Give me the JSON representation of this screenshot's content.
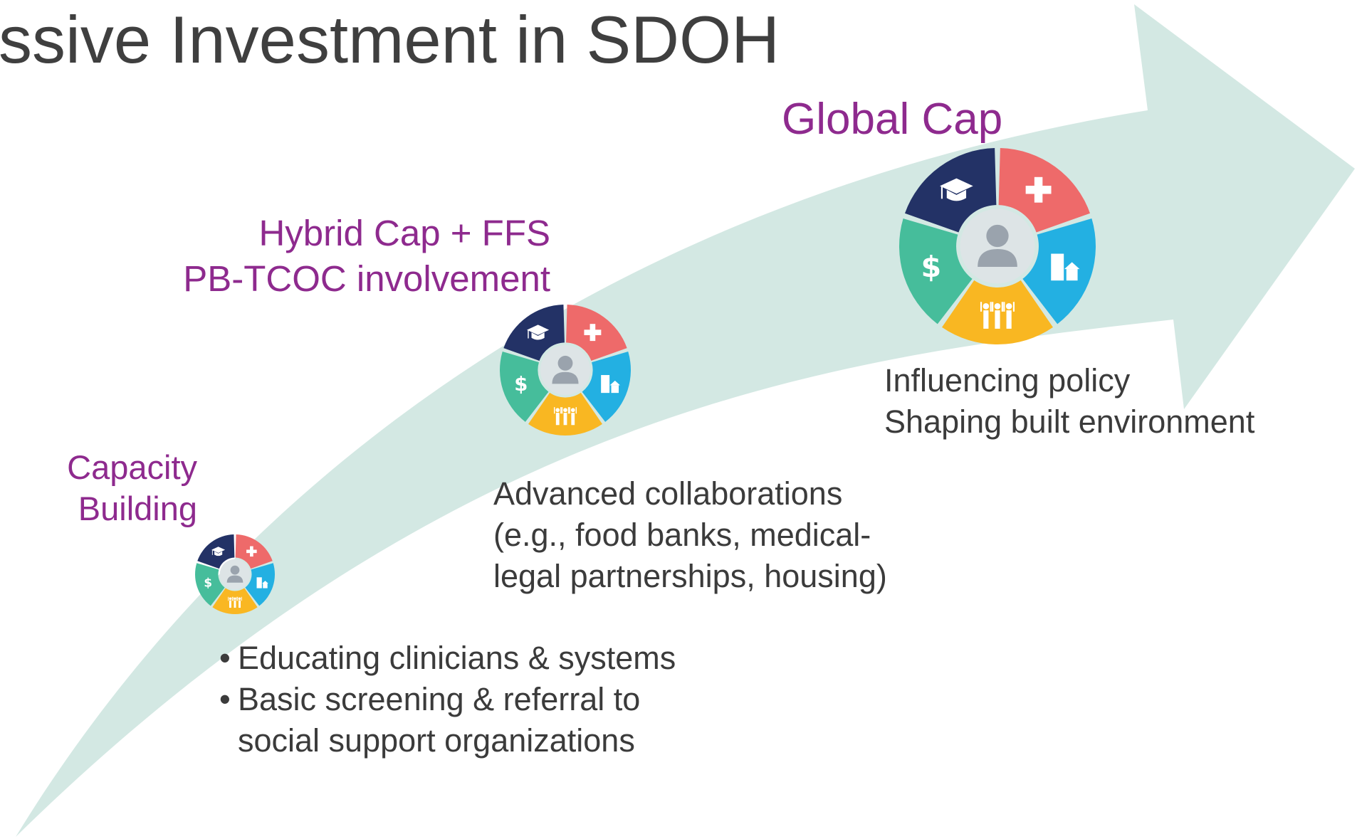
{
  "title": "ssive Investment in SDOH",
  "stages": {
    "capacity": {
      "label_lines": [
        "Capacity",
        "Building"
      ],
      "bullets": [
        "Educating clinicians & systems",
        "Basic screening & referral to",
        "social support organizations"
      ]
    },
    "hybrid": {
      "label_lines": [
        "Hybrid Cap + FFS",
        "PB-TCOC involvement"
      ],
      "desc_lines": [
        "Advanced collaborations",
        "(e.g., food banks, medical-",
        "legal partnerships, housing)"
      ]
    },
    "global": {
      "label": "Global Cap",
      "desc_lines": [
        "Influencing policy",
        "Shaping built environment"
      ]
    }
  },
  "colors": {
    "arrow": "#d3e8e3",
    "title_text": "#3f3f3f",
    "stage_label": "#8e2a8e",
    "desc_text": "#3b3b3b",
    "segment_education": "#233266",
    "segment_health": "#ee6a6a",
    "segment_housing": "#23b0e2",
    "segment_community": "#f9b722",
    "segment_finance": "#46bd9b",
    "hub": "#dde4e6",
    "person": "#9aa3ad",
    "icon_white": "#ffffff"
  },
  "icons": [
    "graduation-cap-icon",
    "medical-cross-icon",
    "housing-icon",
    "community-people-icon",
    "dollar-icon",
    "person-icon"
  ]
}
